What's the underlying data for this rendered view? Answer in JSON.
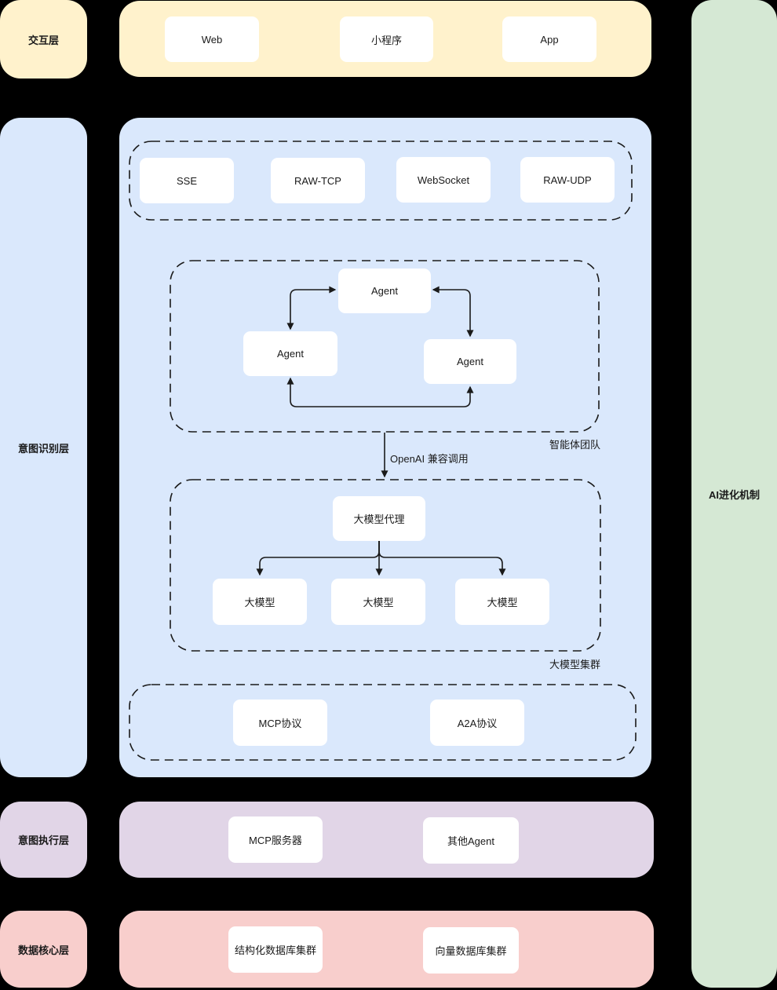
{
  "palette": {
    "background": "#000000",
    "interaction_layer": "#FFF2CC",
    "recognition_layer": "#DAE8FC",
    "evolution_layer": "#D5E8D4",
    "execution_layer": "#E1D5E7",
    "data_layer": "#F8CECC",
    "node_background": "#FFFFFF",
    "line_color": "#1A1A1A"
  },
  "layers": {
    "interaction": {
      "label": "交互层",
      "items": [
        {
          "label": "Web"
        },
        {
          "label": "小程序"
        },
        {
          "label": "App"
        }
      ]
    },
    "intent_recognition": {
      "label": "意图识别层"
    },
    "ai_evolution": {
      "label": "AI进化机制"
    },
    "intent_execution": {
      "label": "意图执行层",
      "items": [
        {
          "label": "MCP服务器"
        },
        {
          "label": "其他Agent"
        }
      ]
    },
    "data_core": {
      "label": "数据核心层",
      "items": [
        {
          "label": "结构化数据库集群"
        },
        {
          "label": "向量数据库集群"
        }
      ]
    }
  },
  "recognition": {
    "protocols_top": {
      "items": [
        {
          "label": "SSE"
        },
        {
          "label": "RAW-TCP"
        },
        {
          "label": "WebSocket"
        },
        {
          "label": "RAW-UDP"
        }
      ]
    },
    "agent_team": {
      "caption": "智能体团队",
      "agents": [
        {
          "label": "Agent"
        },
        {
          "label": "Agent"
        },
        {
          "label": "Agent"
        }
      ]
    },
    "openai_call_label": "OpenAI 兼容调用",
    "llm_cluster": {
      "caption": "大模型集群",
      "proxy": {
        "label": "大模型代理"
      },
      "models": [
        {
          "label": "大模型"
        },
        {
          "label": "大模型"
        },
        {
          "label": "大模型"
        }
      ]
    },
    "protocols_bottom": {
      "items": [
        {
          "label": "MCP协议"
        },
        {
          "label": "A2A协议"
        }
      ]
    }
  }
}
